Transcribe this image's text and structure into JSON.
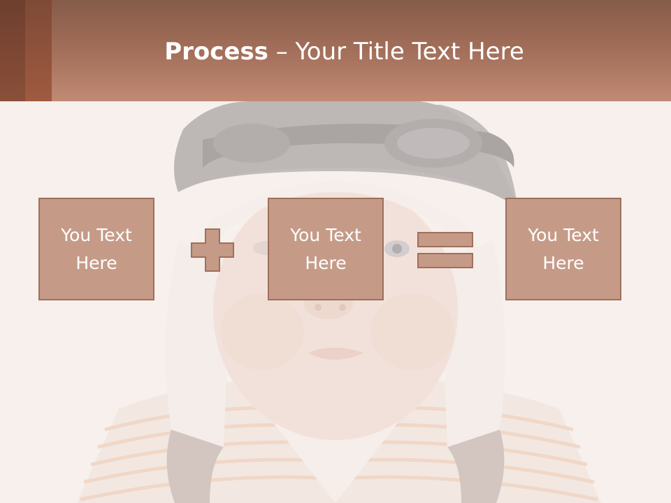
{
  "slide": {
    "title_bold": "Process",
    "title_rest": " – Your Title Text Here"
  },
  "process": {
    "boxes": [
      {
        "label": "You Text Here"
      },
      {
        "label": "You Text Here"
      },
      {
        "label": "You Text Here"
      }
    ],
    "operators": [
      "plus-icon",
      "equals-icon"
    ]
  },
  "colors": {
    "header_dark": "#855b49",
    "header_light": "#c08a74",
    "box_fill": "#c59b88",
    "box_border": "#9e6f5b",
    "background": "#f6f0ed"
  }
}
